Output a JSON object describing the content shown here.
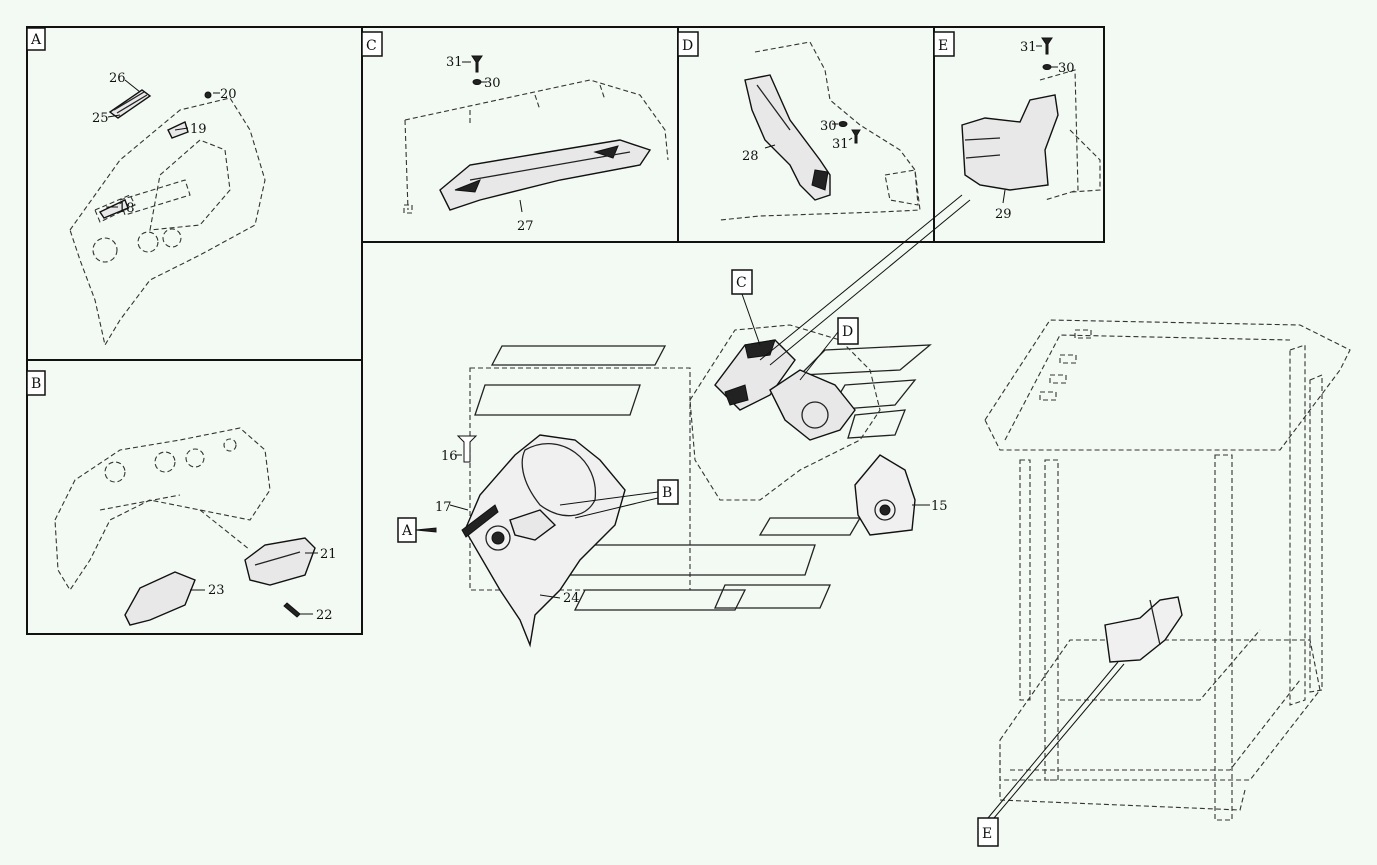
{
  "panels": {
    "A": {
      "tag": "A",
      "callouts": [
        "26",
        "20",
        "25",
        "19",
        "18"
      ]
    },
    "B": {
      "tag": "B",
      "callouts": [
        "21",
        "23",
        "22"
      ]
    },
    "C": {
      "tag": "C",
      "callouts": [
        "31",
        "30",
        "27"
      ]
    },
    "D": {
      "tag": "D",
      "callouts": [
        "30",
        "31",
        "28"
      ]
    },
    "E": {
      "tag": "E",
      "callouts": [
        "31",
        "30",
        "29"
      ]
    }
  },
  "main": {
    "callouts": [
      "16",
      "17",
      "24",
      "15"
    ],
    "refs": [
      "A",
      "B",
      "C",
      "D"
    ]
  },
  "frame_ref": "E"
}
